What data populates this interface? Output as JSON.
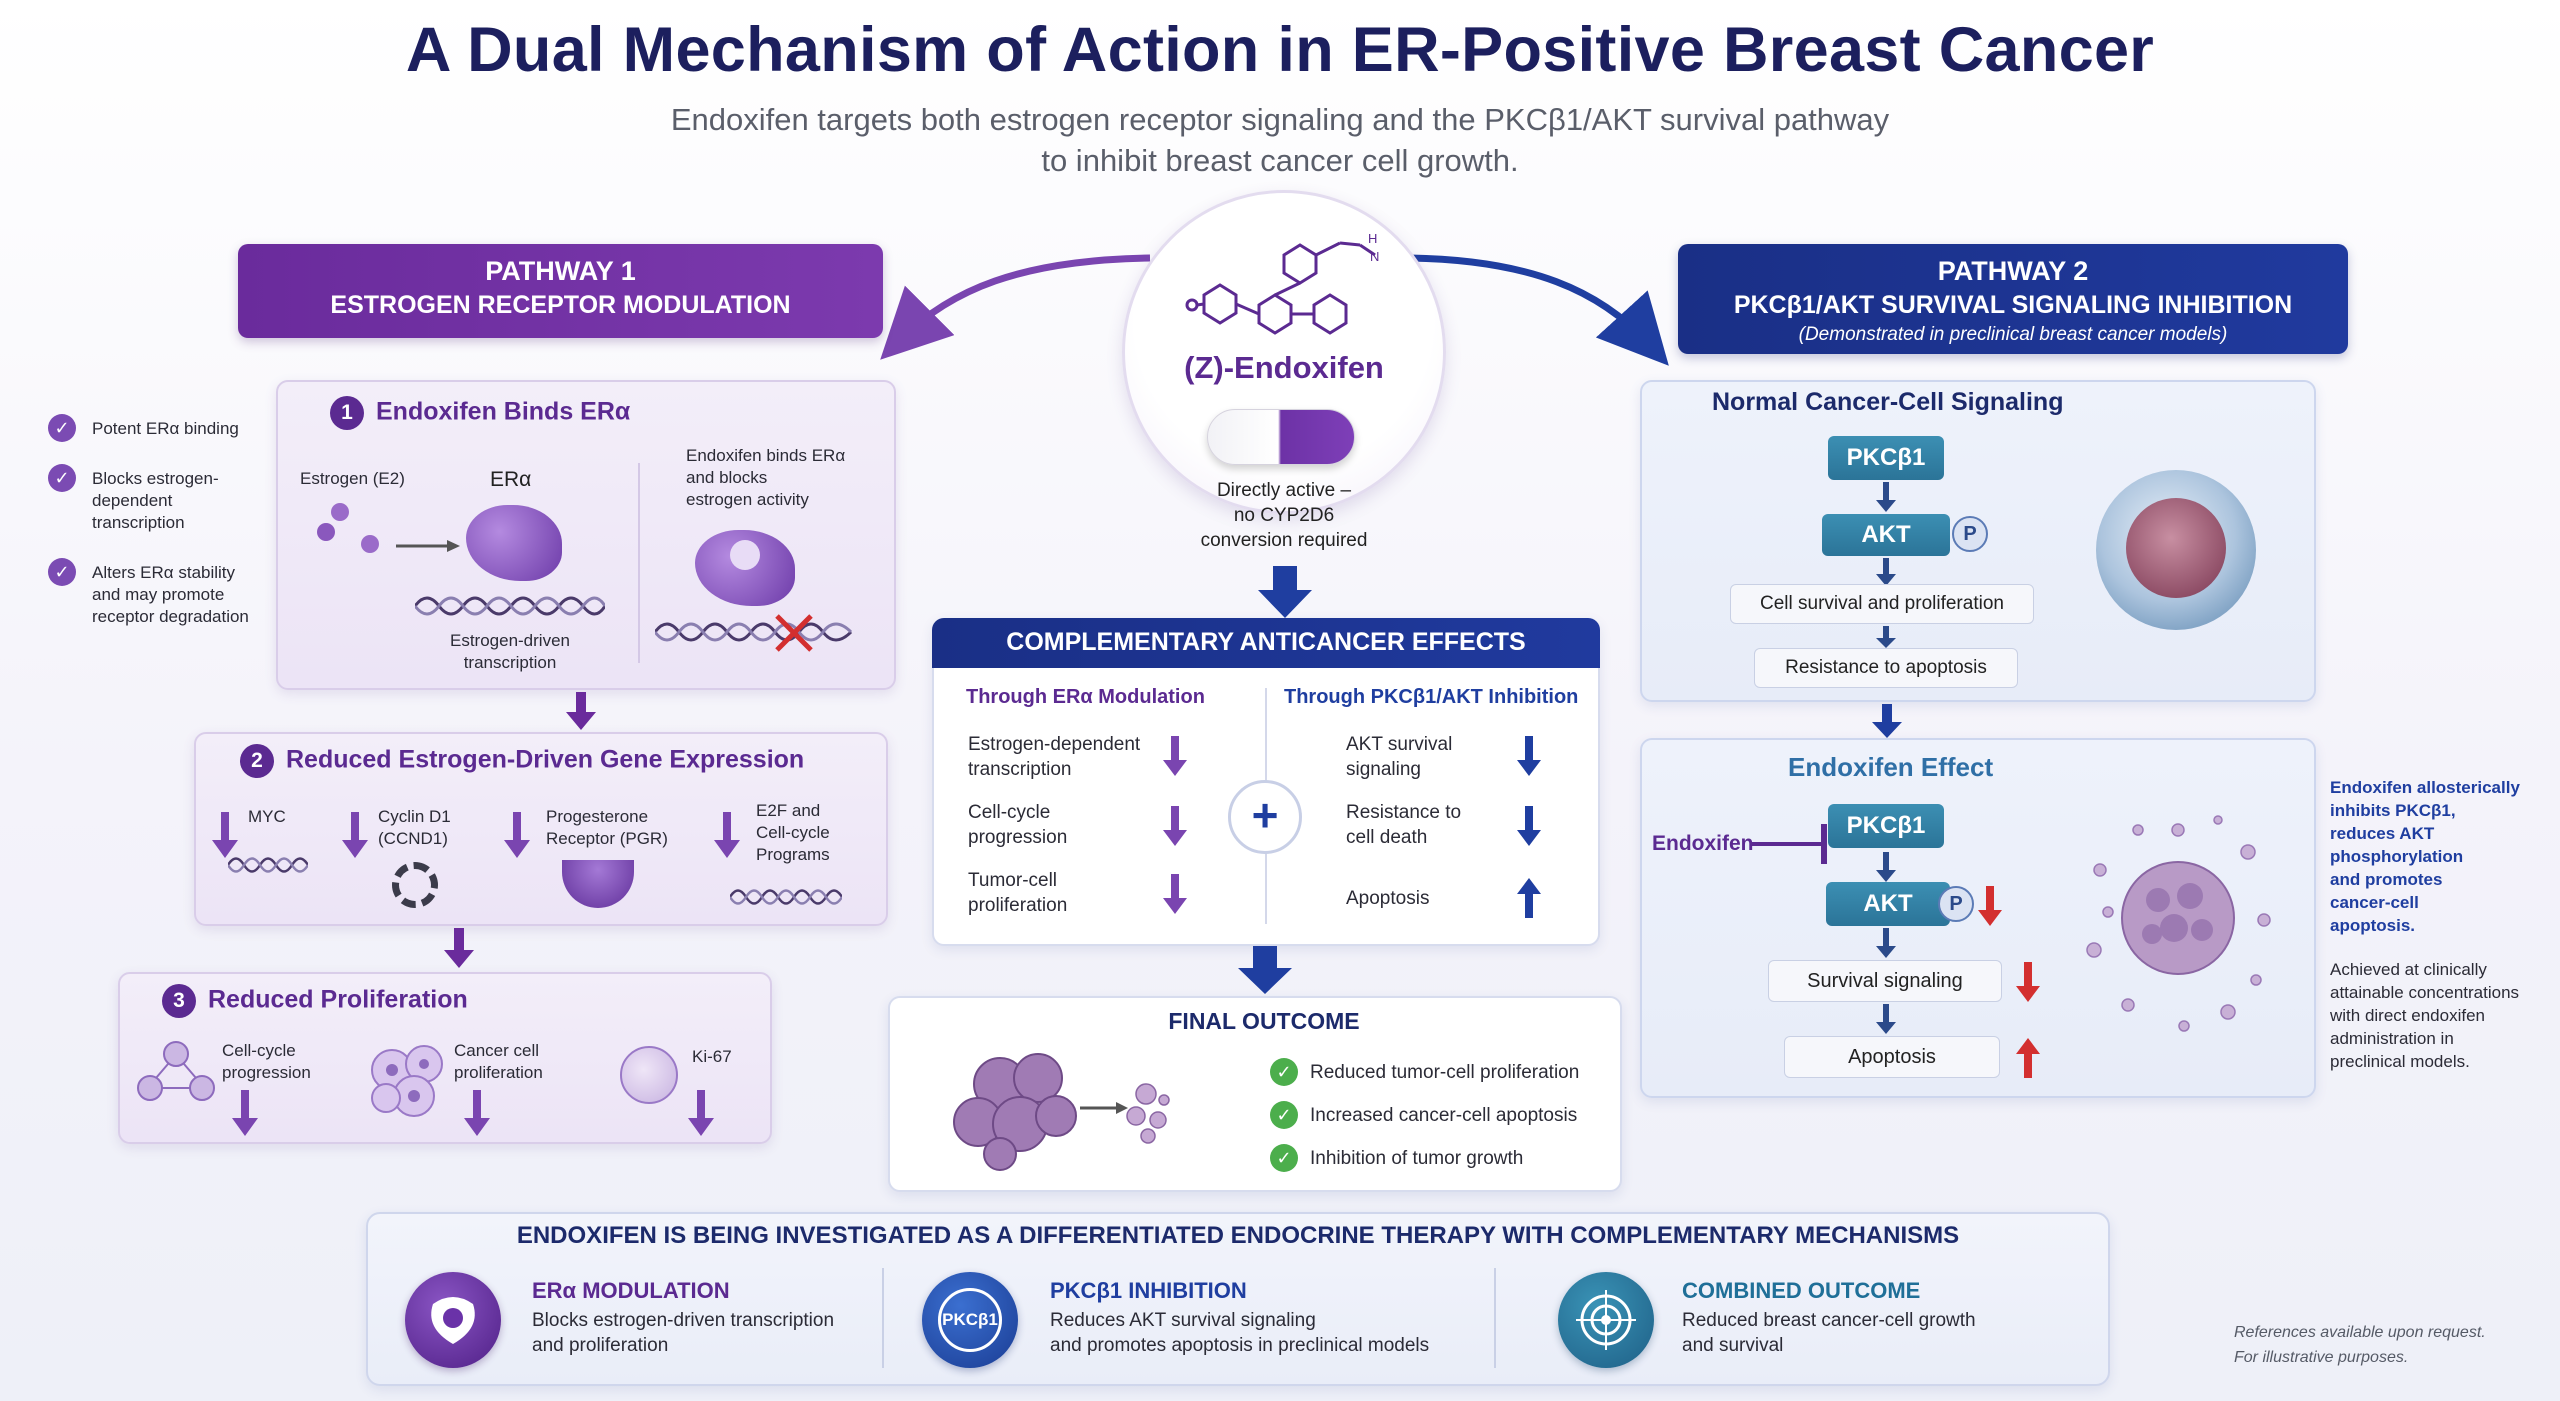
{
  "title": "A Dual Mechanism of Action in ER-Positive Breast Cancer",
  "subtitle": [
    "Endoxifen targets both estrogen receptor signaling and the PKCβ1/AKT survival pathway",
    "to inhibit breast cancer cell growth."
  ],
  "center": {
    "drug_name": "(Z)-Endoxifen",
    "drug_note": [
      "Directly active –",
      "no CYP2D6",
      "conversion required"
    ]
  },
  "pathway1": {
    "header": [
      "PATHWAY 1",
      "ESTROGEN RECEPTOR MODULATION"
    ],
    "side_points": [
      [
        "Potent ERα binding"
      ],
      [
        "Blocks estrogen-",
        "dependent",
        "transcription"
      ],
      [
        "Alters ERα stability",
        "and may promote",
        "receptor degradation"
      ]
    ],
    "step1": {
      "num": "1",
      "title": "Endoxifen Binds ERα",
      "estrogen_label": "Estrogen (E2)",
      "era_label": "ERα",
      "transcription_label": [
        "Estrogen-driven",
        "transcription"
      ],
      "binds_label": [
        "Endoxifen binds ERα",
        "and blocks",
        "estrogen activity"
      ]
    },
    "step2": {
      "num": "2",
      "title": "Reduced Estrogen-Driven Gene Expression",
      "genes": [
        [
          "MYC"
        ],
        [
          "Cyclin D1",
          "(CCND1)"
        ],
        [
          "Progesterone",
          "Receptor (PGR)"
        ],
        [
          "E2F and",
          "Cell-cycle",
          "Programs"
        ]
      ]
    },
    "step3": {
      "num": "3",
      "title": "Reduced Proliferation",
      "items": [
        [
          "Cell-cycle",
          "progression"
        ],
        [
          "Cancer cell",
          "proliferation"
        ],
        [
          "Ki-67"
        ]
      ]
    }
  },
  "pathway2": {
    "header": [
      "PATHWAY 2",
      "PKCβ1/AKT SURVIVAL SIGNALING INHIBITION",
      "(Demonstrated in preclinical breast cancer models)"
    ],
    "normal": {
      "title": "Normal Cancer-Cell Signaling",
      "pkc": "PKCβ1",
      "akt": "AKT",
      "p": "P",
      "survival": "Cell survival and proliferation",
      "resistance": "Resistance to apoptosis"
    },
    "effect": {
      "title": "Endoxifen Effect",
      "inhibitor": "Endoxifen",
      "pkc": "PKCβ1",
      "akt": "AKT",
      "p": "P",
      "survival": "Survival signaling",
      "apoptosis": "Apoptosis"
    },
    "notes": [
      [
        "Endoxifen allosterically",
        "inhibits PKCβ1,",
        "reduces AKT",
        "phosphorylation",
        "and promotes",
        "cancer-cell",
        "apoptosis."
      ],
      [
        "Achieved at clinically",
        "attainable concentrations",
        "with direct endoxifen",
        "administration in",
        "preclinical models."
      ]
    ]
  },
  "complementary": {
    "header": "COMPLEMENTARY ANTICANCER EFFECTS",
    "left_title": "Through ERα Modulation",
    "right_title": "Through PKCβ1/AKT Inhibition",
    "left": [
      [
        "Estrogen-dependent",
        "transcription"
      ],
      [
        "Cell-cycle",
        "progression"
      ],
      [
        "Tumor-cell",
        "proliferation"
      ]
    ],
    "right": [
      [
        "AKT survival",
        "signaling"
      ],
      [
        "Resistance to",
        "cell death"
      ],
      [
        "Apoptosis"
      ]
    ],
    "right_dirs": [
      "down",
      "down",
      "up"
    ]
  },
  "final": {
    "title": "FINAL OUTCOME",
    "items": [
      "Reduced tumor-cell proliferation",
      "Increased cancer-cell apoptosis",
      "Inhibition of tumor growth"
    ]
  },
  "banner": {
    "title": "ENDOXIFEN IS BEING INVESTIGATED AS A DIFFERENTIATED ENDOCRINE THERAPY WITH COMPLEMENTARY MECHANISMS",
    "items": [
      {
        "title": "ERα MODULATION",
        "text": [
          "Blocks estrogen-driven transcription",
          "and proliferation"
        ]
      },
      {
        "title": "PKCβ1 INHIBITION",
        "icon_text": "PKCβ1",
        "text": [
          "Reduces AKT survival signaling",
          "and promotes apoptosis in preclinical models"
        ]
      },
      {
        "title": "COMBINED OUTCOME",
        "text": [
          "Reduced breast cancer-cell growth",
          "and survival"
        ]
      }
    ]
  },
  "footnote": [
    "References available upon request.",
    "For illustrative purposes."
  ],
  "colors": {
    "purple": "#5b2a91",
    "navy": "#1c2a6b",
    "blue": "#1f3ea0",
    "teal": "#2f7fa6",
    "red": "#d32f2f",
    "green": "#4cae4c"
  }
}
